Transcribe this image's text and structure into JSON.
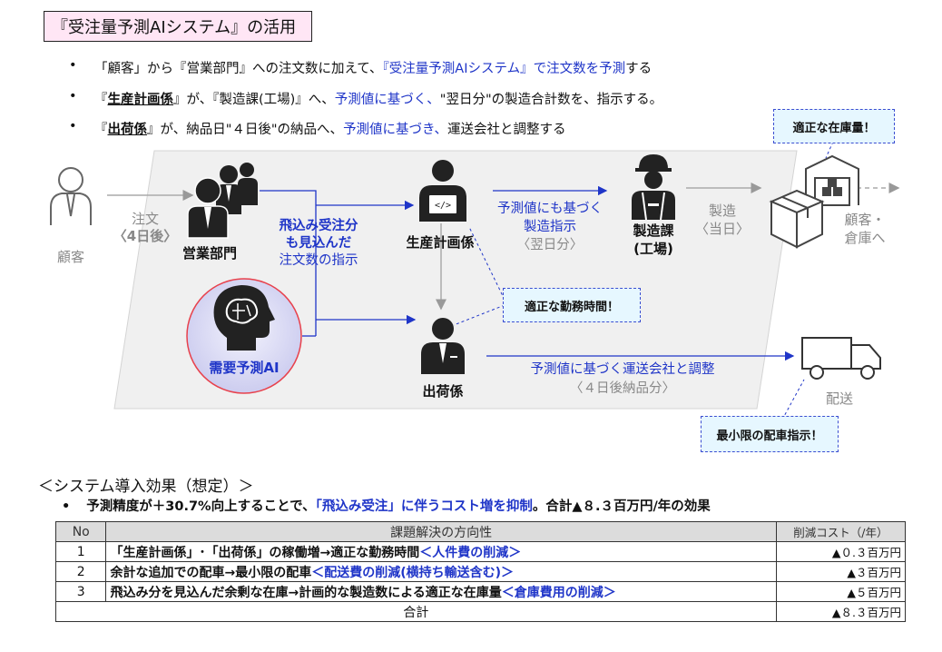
{
  "title": "『受注量予測AIシステム』の活用",
  "bullets": [
    {
      "parts": [
        {
          "t": "「顧客」から『営業部門』への注文数に加えて、",
          "s": ""
        },
        {
          "t": "『受注量予測AIシステム』で注文数を予測",
          "s": "blue"
        },
        {
          "t": "する",
          "s": ""
        }
      ]
    },
    {
      "parts": [
        {
          "t": "『",
          "s": ""
        },
        {
          "t": "生産計画係",
          "s": "ul"
        },
        {
          "t": "』が、『製造課(工場)』へ、",
          "s": ""
        },
        {
          "t": "予測値に基づく、",
          "s": "blue"
        },
        {
          "t": "\"翌日分\"の製造合計数を、指示する。",
          "s": ""
        }
      ]
    },
    {
      "parts": [
        {
          "t": "『",
          "s": ""
        },
        {
          "t": "出荷係",
          "s": "ul"
        },
        {
          "t": "』が、納品日\"４日後\"の納品へ、",
          "s": ""
        },
        {
          "t": "予測値に基づき、",
          "s": "blue"
        },
        {
          "t": "運送会社と調整する",
          "s": ""
        }
      ]
    }
  ],
  "diagram": {
    "customer": "顧客",
    "order_label_1": "注文",
    "order_label_2": "〈4日後〉",
    "sales": "営業部門",
    "speculative_1": "飛込み受注分",
    "speculative_2": "も見込んだ",
    "speculative_3": "注文数の指示",
    "ai": "需要予測AI",
    "planning": "生産計画係",
    "shipping": "出荷係",
    "mfg_instr_1": "予測値にも基づく",
    "mfg_instr_2": "製造指示",
    "mfg_instr_3": "〈翌日分〉",
    "factory_1": "製造課",
    "factory_2": "(工場)",
    "produce_1": "製造",
    "produce_2": "〈当日〉",
    "dest_1": "顧客・",
    "dest_2": "倉庫へ",
    "ship_instr_1": "予測値に基づく運送会社と調整",
    "ship_instr_2": "〈４日後納品分〉",
    "delivery": "配送",
    "callout_stock": "適正な在庫量！",
    "callout_hours": "適正な勤務時間！",
    "callout_dispatch": "最小限の配車指示！",
    "colors": {
      "accent": "#1f35c8",
      "callout_bg": "#e6f7ff",
      "title_bg": "#ffe6f5",
      "ai_bg": "#dcdcf5",
      "ai_ring": "#e8414c"
    }
  },
  "effects": {
    "heading": "＜システム導入効果（想定）＞",
    "bullet_parts": [
      {
        "t": "予測精度が＋30.7%向上することで、",
        "s": ""
      },
      {
        "t": "「飛込み受注」に伴うコスト増を抑制",
        "s": "blue"
      },
      {
        "t": "。合計▲８.３百万円/年の効果",
        "s": ""
      }
    ],
    "table": {
      "headers": [
        "No",
        "課題解決の方向性",
        "削減コスト（/年）"
      ],
      "rows": [
        {
          "no": "1",
          "text": "「生産計画係」･「出荷係」の稼働増→適正な勤務時間",
          "emph": "＜人件費の削減＞",
          "cost": "▲０.３百万円"
        },
        {
          "no": "2",
          "text": "余計な追加での配車→最小限の配車",
          "emph": "＜配送費の削減(横持ち輸送含む)＞",
          "cost": "▲３百万円"
        },
        {
          "no": "3",
          "text": "飛込み分を見込んだ余剰な在庫→計画的な製造数による適正な在庫量",
          "emph": "＜倉庫費用の削減＞",
          "cost": "▲５百万円"
        }
      ],
      "total_label": "合計",
      "total_cost": "▲８.３百万円"
    }
  }
}
